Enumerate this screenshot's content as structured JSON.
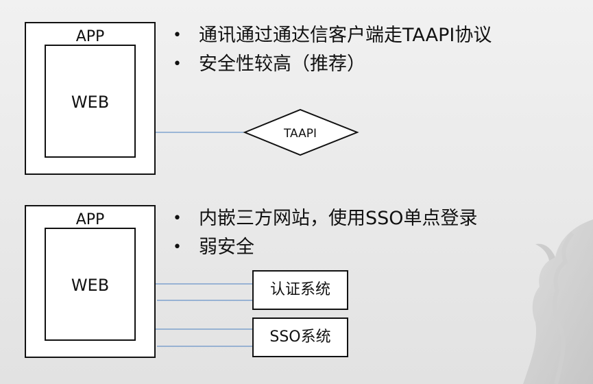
{
  "top": {
    "app_label": "APP",
    "web_label": "WEB",
    "bullets": [
      "通讯通过通达信客户端走TAAPI协议",
      "安全性较高（推荐）"
    ],
    "diamond_label": "TAAPI"
  },
  "bottom": {
    "app_label": "APP",
    "web_label": "WEB",
    "bullets": [
      "内嵌三方网站，使用SSO单点登录",
      "弱安全"
    ],
    "systems": [
      "认证系统",
      "SSO系统"
    ]
  },
  "colors": {
    "connector": "#4a7fc1",
    "border": "#111111",
    "background": "#ececec"
  }
}
